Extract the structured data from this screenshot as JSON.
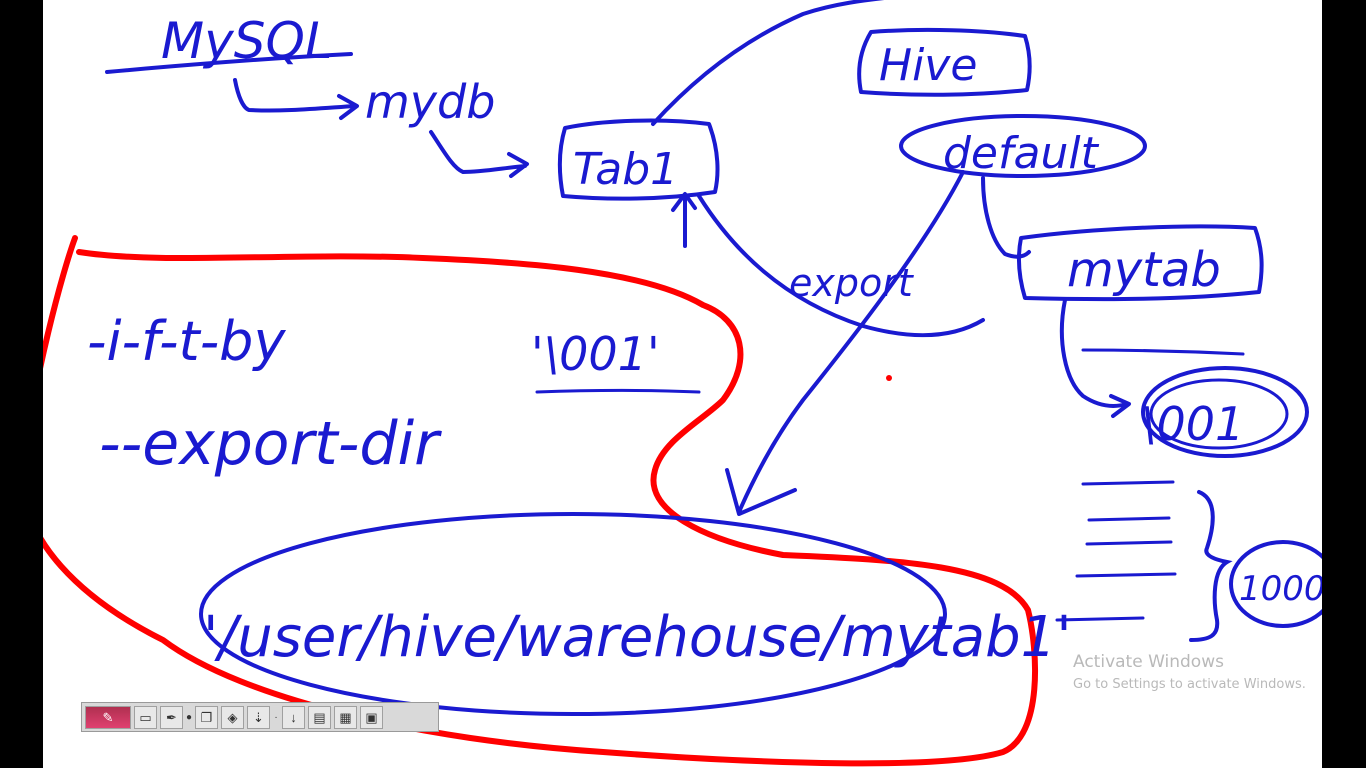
{
  "whiteboard": {
    "notes": {
      "mysql": "MySQL",
      "mydb": "mydb",
      "tab1": "Tab1",
      "hive": "Hive",
      "default_db": "default",
      "mytab": "mytab",
      "export": "export",
      "fields_terminated_by": "-i-f-t-by",
      "delimiter_quote": "'\\001'",
      "export_dir": "--export-dir",
      "path": "'/user/hive/warehouse/mytab1'",
      "delimiter_value": "\\001",
      "count": "1000"
    },
    "ink_colors": {
      "blue": "#1a1ad0",
      "red": "#ff0000"
    }
  },
  "watermark": {
    "title": "Activate Windows",
    "subtitle": "Go to Settings to activate Windows."
  },
  "toolbar": {
    "icons": [
      "pen-color-icon",
      "screen-icon",
      "pen-icon",
      "dot-icon",
      "copy-icon",
      "eraser-icon",
      "undo-arrow-icon",
      "down-arrow-icon",
      "page-icon",
      "page-grid-icon",
      "folder-icon"
    ]
  }
}
